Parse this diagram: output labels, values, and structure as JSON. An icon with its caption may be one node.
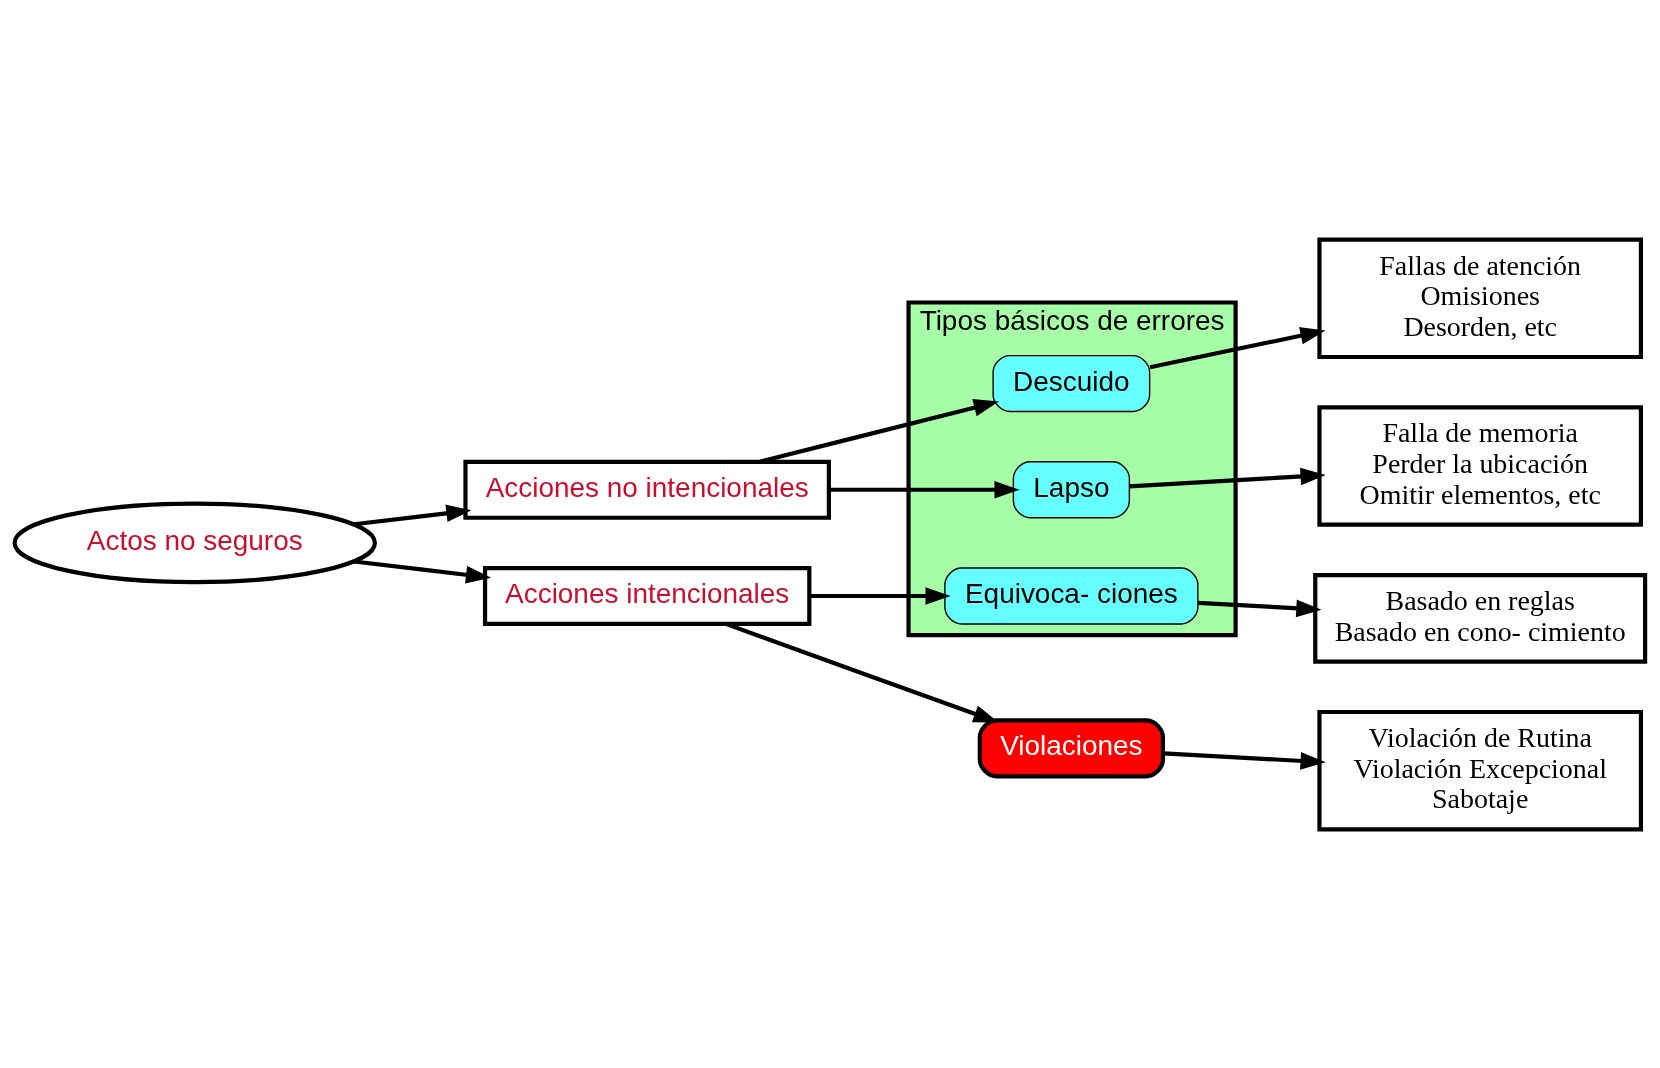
{
  "diagram": {
    "nodes": [
      {
        "text": [
          "Actos no seguros"
        ]
      },
      {
        "text": [
          "Acciones no intencionales"
        ]
      },
      {
        "text": [
          "Acciones intencionales"
        ]
      },
      {
        "text": [
          "Tipos básicos de errores"
        ]
      },
      {
        "text": [
          "Descuido"
        ],
        "in": 3
      },
      {
        "text": [
          "Lapso"
        ],
        "in": 3
      },
      {
        "text": [
          "Equivoca- ciones"
        ],
        "in": 3
      },
      {
        "text": [
          "Violaciones"
        ]
      },
      {
        "text": [
          "Fallas de atención",
          "Omisiones",
          "Desorden, etc"
        ]
      },
      {
        "text": [
          "Falla de memoria",
          "Perder la ubicación",
          "Omitir elementos, etc"
        ]
      },
      {
        "text": [
          "Basado en reglas",
          "Basado en cono- cimiento"
        ]
      },
      {
        "text": [
          "Violación de Rutina",
          "Violación Excepcional",
          "Sabotaje"
        ]
      }
    ],
    "edges": [
      {
        "from": 0,
        "to": 1,
        "arrow": "to"
      },
      {
        "from": 0,
        "to": 2,
        "arrow": "to"
      },
      {
        "from": 1,
        "to": 4,
        "arrow": "to"
      },
      {
        "from": 1,
        "to": 5,
        "arrow": "to"
      },
      {
        "from": 2,
        "to": 6,
        "arrow": "to"
      },
      {
        "from": 2,
        "to": 7,
        "arrow": "to"
      },
      {
        "from": 4,
        "to": 8,
        "arrow": "to"
      },
      {
        "from": 5,
        "to": 9,
        "arrow": "to"
      },
      {
        "from": 6,
        "to": 10,
        "arrow": "to"
      },
      {
        "from": 7,
        "to": 11,
        "arrow": "to"
      }
    ]
  }
}
